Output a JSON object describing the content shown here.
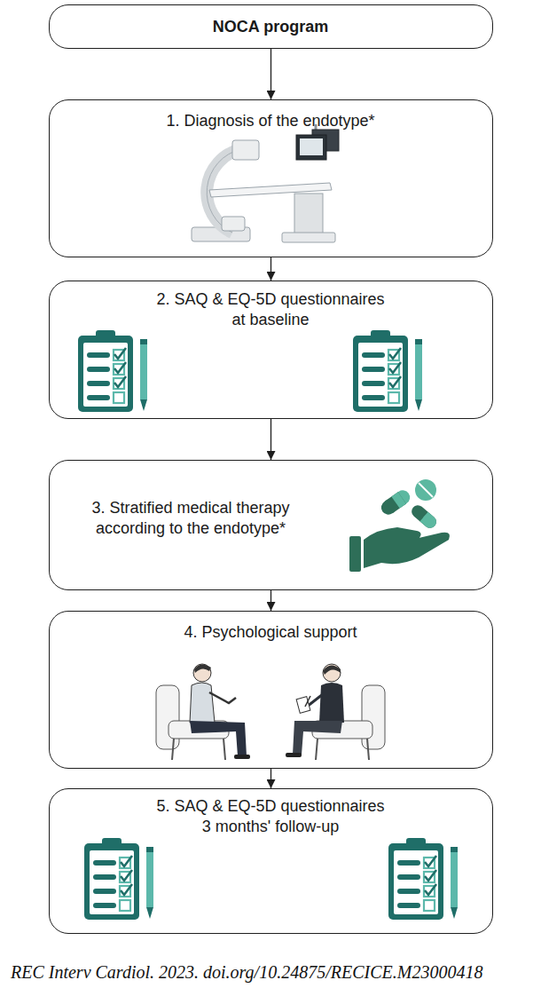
{
  "diagram": {
    "caption": "REC Interv Cardiol. 2023. doi.org/10.24875/RECICE.M23000418",
    "nodes": [
      {
        "text": [
          "NOCA program"
        ]
      },
      {
        "text": [
          "1. Diagnosis of the endotype*"
        ]
      },
      {
        "text": [
          "2. SAQ & EQ-5D questionnaires at baseline"
        ]
      },
      {
        "text": [
          "3. Stratified medical therapy according to the endotype*"
        ]
      },
      {
        "text": [
          "4. Psychological support"
        ]
      },
      {
        "text": [
          "5. SAQ & EQ-5D questionnaires 3 months' follow-up"
        ]
      }
    ],
    "edges": [
      {
        "from": 0,
        "to": 1,
        "arrow": "to"
      },
      {
        "from": 1,
        "to": 2,
        "arrow": "to"
      },
      {
        "from": 2,
        "to": 3,
        "arrow": "to"
      },
      {
        "from": 3,
        "to": 4,
        "arrow": "to"
      },
      {
        "from": 4,
        "to": 5,
        "arrow": "to"
      }
    ]
  }
}
